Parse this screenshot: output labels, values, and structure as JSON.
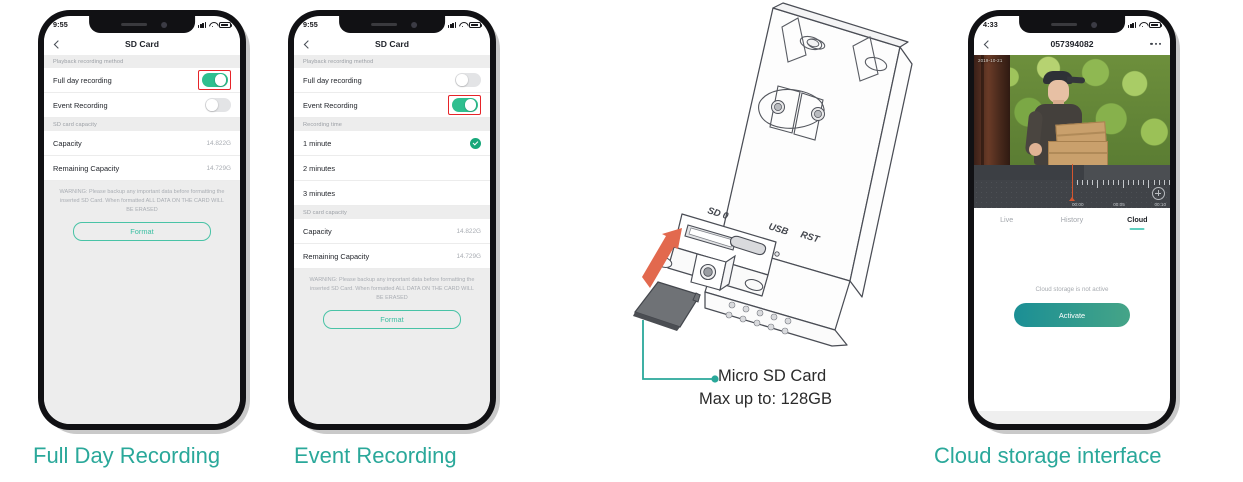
{
  "accent": {
    "teal": "#2aa89a",
    "toggle_on": "#2fbf8f",
    "highlight_red": "#e62429",
    "format_border": "#49c3a6",
    "activate_gradient_from": "#1b8f95",
    "activate_gradient_to": "#45a487",
    "card_gray": "#6f7276",
    "arrow_orange": "#e2694e"
  },
  "phones": [
    {
      "id": "full-day-recording",
      "status": {
        "time": "9:55",
        "signal": "signal-bars-icon",
        "wifi": "wifi-icon",
        "battery": "battery-icon"
      },
      "nav": {
        "back": "back-chevron-icon",
        "title": "SD Card"
      },
      "sections": [
        {
          "header": "Playback recording method",
          "rows": [
            {
              "label": "Full day recording",
              "control": "toggle",
              "on": true,
              "highlighted": true
            },
            {
              "label": "Event Recording",
              "control": "toggle",
              "on": false,
              "highlighted": false
            }
          ]
        },
        {
          "header": "SD card capacity",
          "rows": [
            {
              "label": "Capacity",
              "value": "14.822G"
            },
            {
              "label": "Remaining Capacity",
              "value": "14.729G"
            }
          ]
        }
      ],
      "warning": "WARNING: Please backup any important data before formatting the inserted SD Card. When formatted ALL DATA ON THE CARD WILL BE ERASED",
      "format_label": "Format"
    },
    {
      "id": "event-recording",
      "status": {
        "time": "9:55"
      },
      "nav": {
        "title": "SD Card"
      },
      "sections": [
        {
          "header": "Playback recording method",
          "rows": [
            {
              "label": "Full day recording",
              "control": "toggle",
              "on": false,
              "highlighted": false
            },
            {
              "label": "Event Recording",
              "control": "toggle",
              "on": true,
              "highlighted": true
            }
          ]
        },
        {
          "header": "Recording time",
          "rows": [
            {
              "label": "1 minute",
              "control": "check",
              "selected": true
            },
            {
              "label": "2 minutes",
              "control": "none",
              "selected": false
            },
            {
              "label": "3 minutes",
              "control": "none",
              "selected": false
            }
          ]
        },
        {
          "header": "SD card capacity",
          "rows": [
            {
              "label": "Capacity",
              "value": "14.822G"
            },
            {
              "label": "Remaining Capacity",
              "value": "14.729G"
            }
          ]
        }
      ],
      "warning": "WARNING: Please backup any important data before formatting the inserted SD Card. When formatted ALL DATA ON THE CARD WILL BE ERASED",
      "format_label": "Format"
    },
    {
      "id": "cloud-storage",
      "status": {
        "time": "4:33"
      },
      "nav": {
        "title": "057394082",
        "menu": "more-options-icon"
      },
      "video": {
        "timestamp": "2019-10-21",
        "scene": "delivery-person-with-boxes"
      },
      "timeline": {
        "labels": [
          "00:00",
          "00:05",
          "00:10"
        ],
        "zoom_in": "plus-icon"
      },
      "tabs": [
        {
          "label": "Live",
          "active": false
        },
        {
          "label": "History",
          "active": false
        },
        {
          "label": "Cloud",
          "active": true
        }
      ],
      "cloud_message": "Cloud storage is not active",
      "activate_label": "Activate"
    }
  ],
  "illustration": {
    "port_labels": [
      "SD 0",
      "USB",
      "RST"
    ],
    "callout_line1": "Micro SD Card",
    "callout_line2": "Max up to: 128GB"
  },
  "captions": [
    {
      "text": "Full Day Recording"
    },
    {
      "text": "Event Recording"
    },
    {
      "text": "Cloud storage interface"
    }
  ]
}
